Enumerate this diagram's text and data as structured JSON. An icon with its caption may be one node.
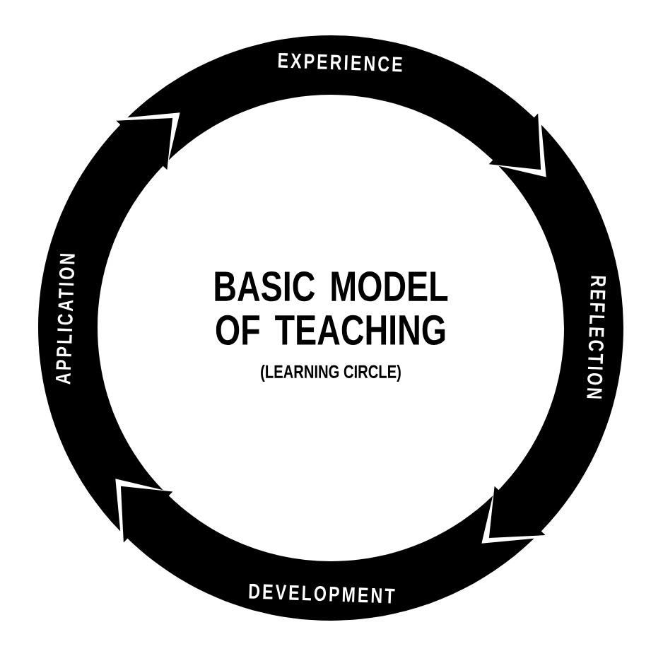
{
  "diagram": {
    "title": "BASIC MODEL OF TEACHING",
    "nodes": [
      {
        "text": [
          "EXPERIENCE"
        ]
      },
      {
        "text": [
          "REFLECTION"
        ]
      },
      {
        "text": [
          "DEVELOPMENT"
        ]
      },
      {
        "text": [
          "APPLICATION"
        ]
      }
    ],
    "labels": [
      "(LEARNING CIRCLE)"
    ]
  }
}
